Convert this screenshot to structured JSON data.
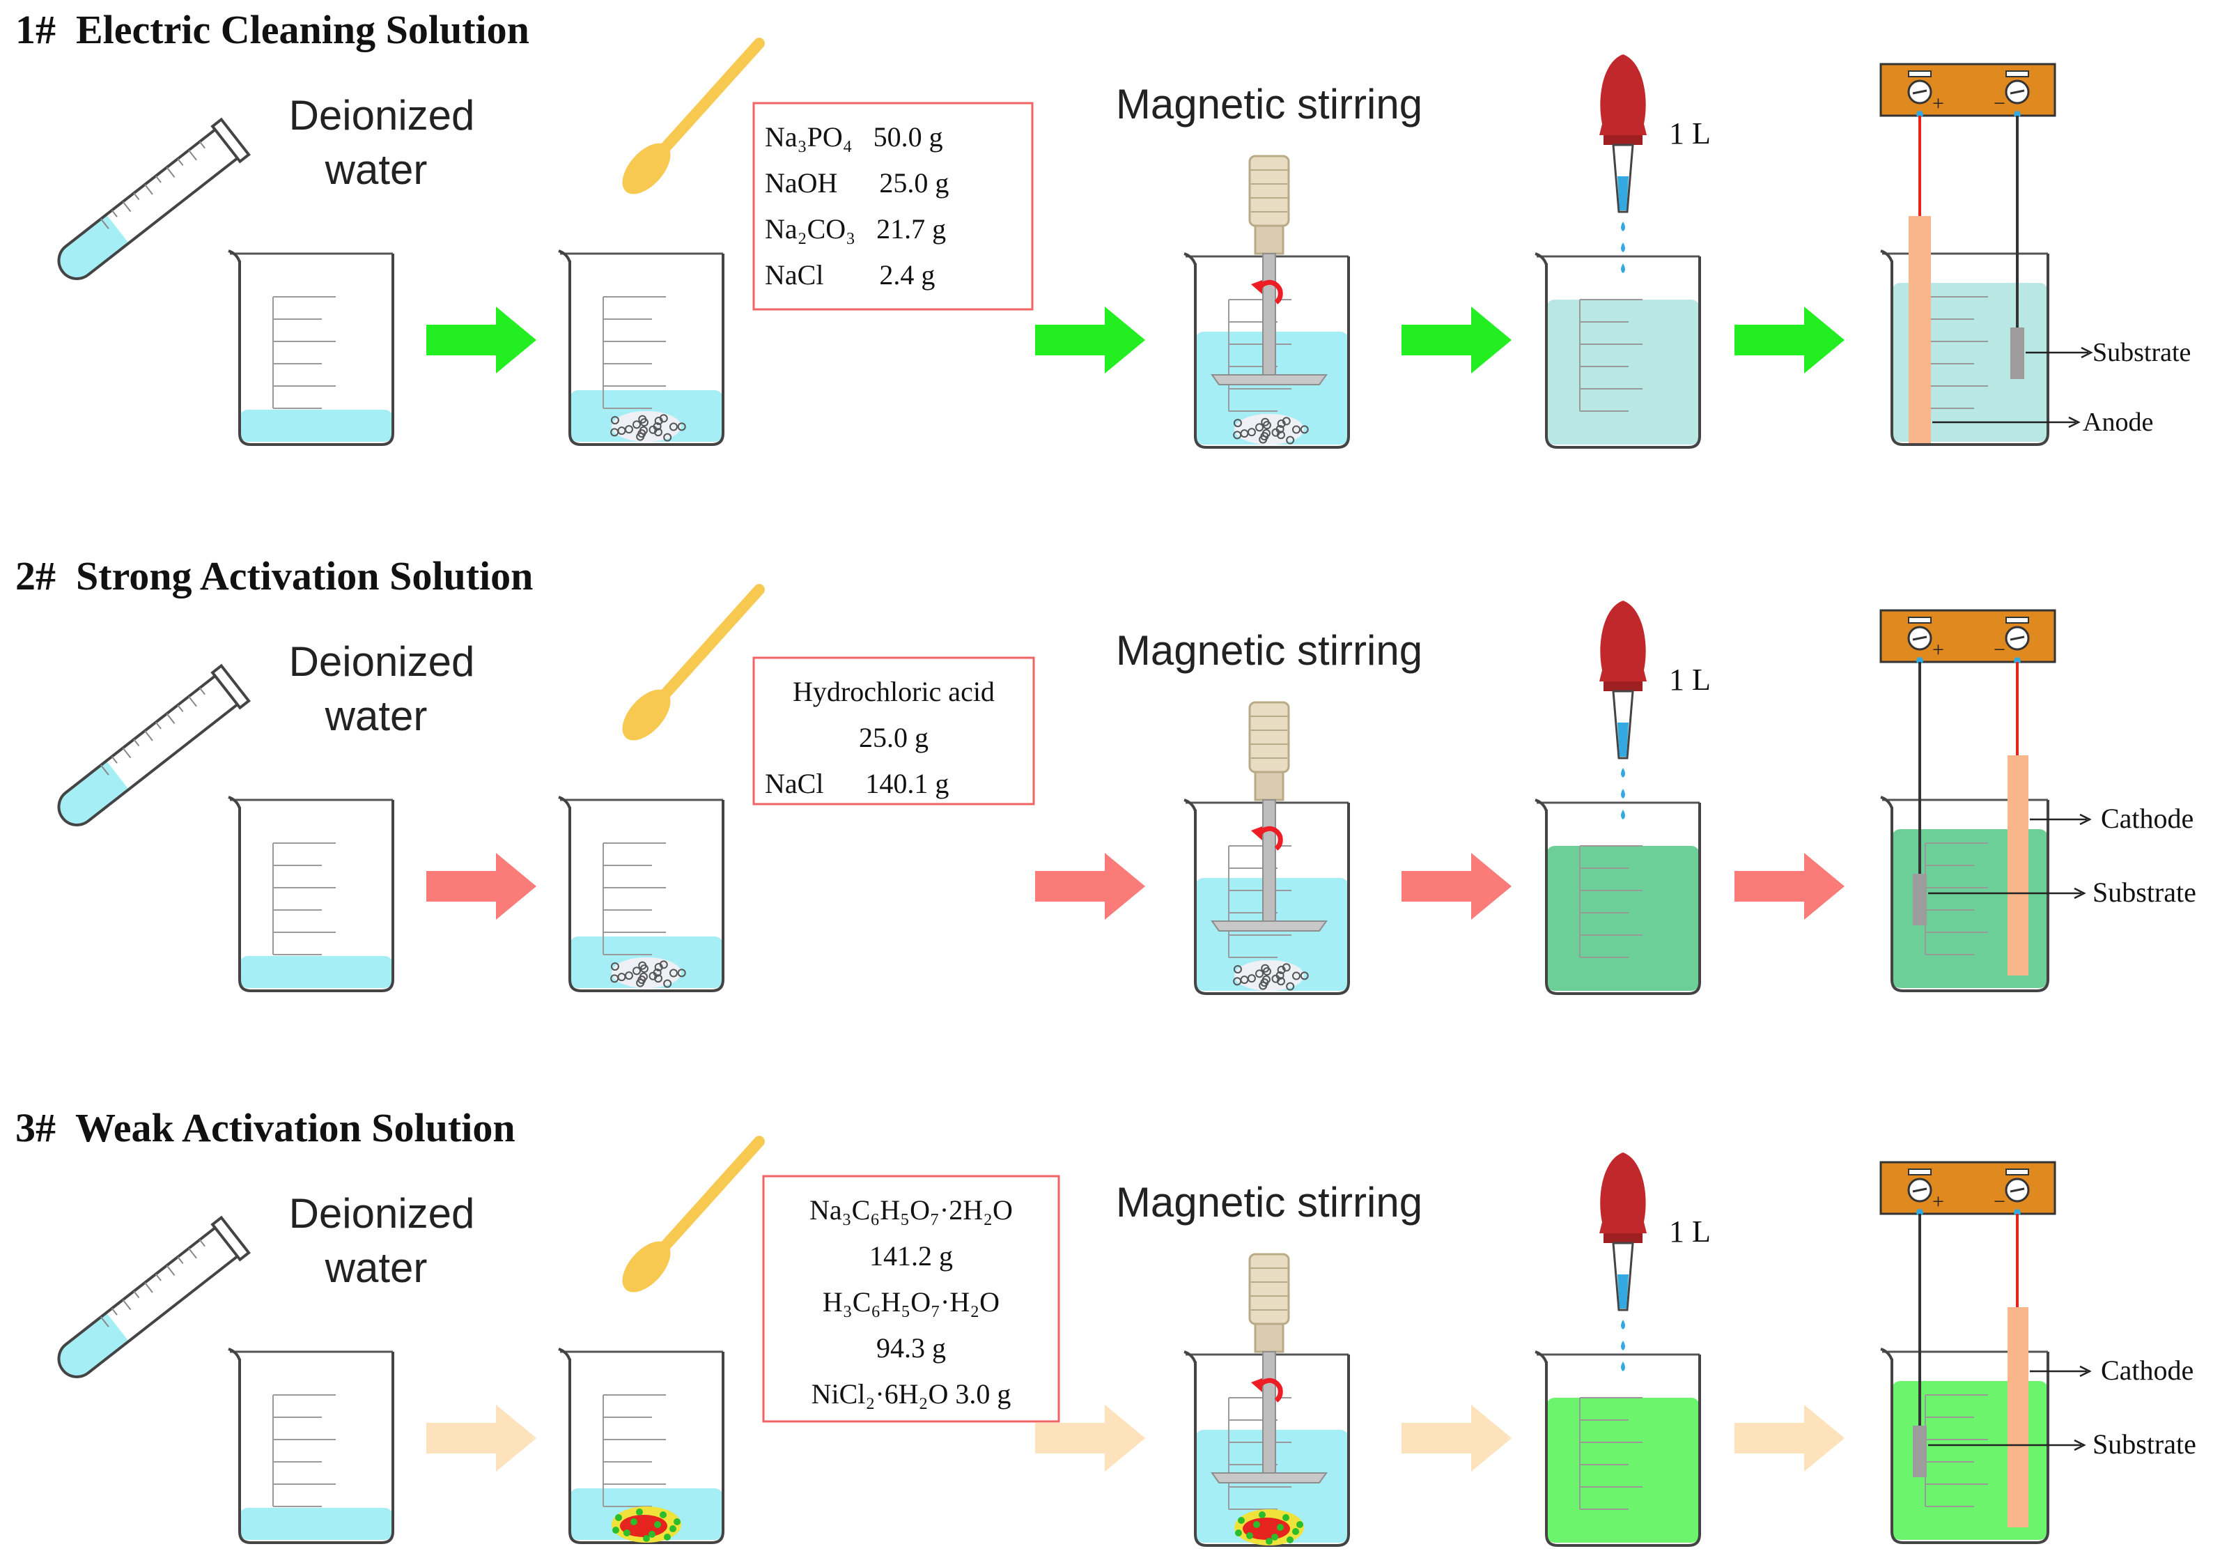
{
  "sections": [
    {
      "title": "1#  Electric Cleaning Solution",
      "water_label": [
        "Deionized",
        "water"
      ],
      "reagents": [
        {
          "text": "Na₃PO₄   50.0 g"
        },
        {
          "text": "NaOH      25.0 g"
        },
        {
          "text": "Na₂CO₃   21.7 g"
        },
        {
          "text": "NaCl        2.4 g"
        }
      ],
      "stir_label": "Magnetic stirring",
      "volume_label": "1 L",
      "electrode_labels": [
        "Substrate",
        "Anode"
      ],
      "arrow_color": "#22ee22",
      "solution_color": "#b9e8e4",
      "powder": "white"
    },
    {
      "title": "2#  Strong Activation Solution",
      "water_label": [
        "Deionized",
        "water"
      ],
      "reagents": [
        {
          "text": "Hydrochloric acid",
          "center": true
        },
        {
          "text": "25.0 g",
          "center": true
        },
        {
          "text": "NaCl      140.1 g"
        }
      ],
      "stir_label": "Magnetic stirring",
      "volume_label": "1 L",
      "electrode_labels": [
        "Cathode",
        "Substrate"
      ],
      "arrow_color": "#fa7b77",
      "solution_color": "#6ccf98",
      "powder": "white"
    },
    {
      "title": "3#  Weak Activation Solution",
      "water_label": [
        "Deionized",
        "water"
      ],
      "reagents": [
        {
          "text": "Na₃C₆H₅O₇·2H₂O",
          "center": true
        },
        {
          "text": "141.2 g",
          "center": true
        },
        {
          "text": "H₃C₆H₅O₇·H₂O",
          "center": true
        },
        {
          "text": "94.3 g",
          "center": true
        },
        {
          "text": "NiCl₂·6H₂O 3.0 g",
          "center": true
        }
      ],
      "stir_label": "Magnetic stirring",
      "volume_label": "1 L",
      "electrode_labels": [
        "Cathode",
        "Substrate"
      ],
      "arrow_color": "#fde2bb",
      "solution_color": "#6cf56c",
      "powder": "color"
    }
  ],
  "colors": {
    "water": "#a6eef5",
    "tube_water": "#a6eef5",
    "reagent_box_border": "#f26464",
    "spoon": "#f7c951",
    "dropper_bulb": "#c0282c",
    "power_supply": "#e0891e",
    "red_wire": "#e8231c",
    "black_wire": "#333333",
    "counter_electrode": "#f9b68a",
    "substrate_electrode": "#9c9c9c",
    "stir_head": "#e8dcc2",
    "stir_rod": "#bdbdbd",
    "rotation_arrow": "#ee1c24"
  },
  "power_supply_signs": [
    "+",
    "−"
  ]
}
